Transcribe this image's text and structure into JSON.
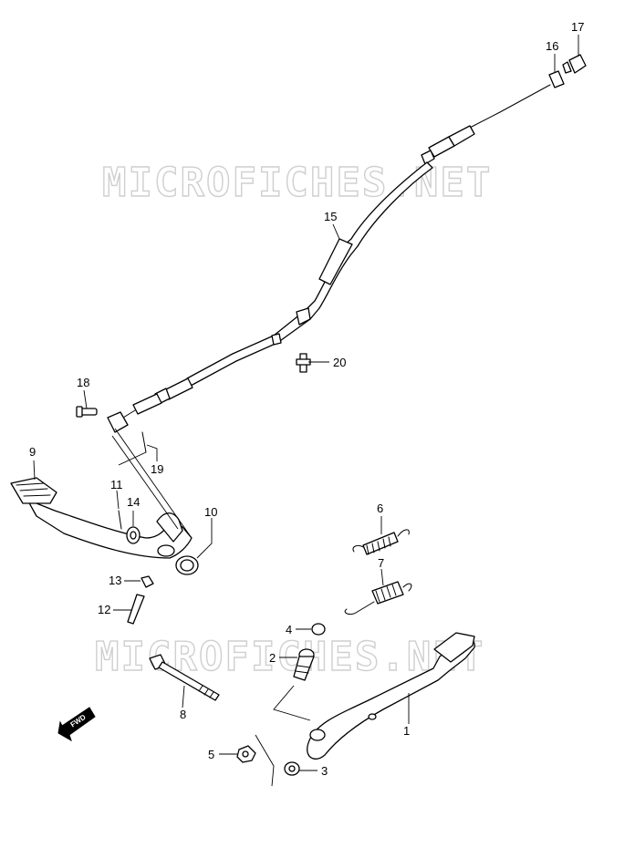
{
  "watermark": "MICROFICHES.NET",
  "fwd_label": "FWD",
  "callouts": {
    "p1": "1",
    "p2": "2",
    "p3": "3",
    "p4": "4",
    "p5": "5",
    "p6": "6",
    "p7": "7",
    "p8": "8",
    "p9": "9",
    "p10": "10",
    "p11": "11",
    "p12": "12",
    "p13": "13",
    "p14": "14",
    "p15": "15",
    "p16": "16",
    "p17": "17",
    "p18": "18",
    "p19": "19",
    "p20": "20"
  }
}
